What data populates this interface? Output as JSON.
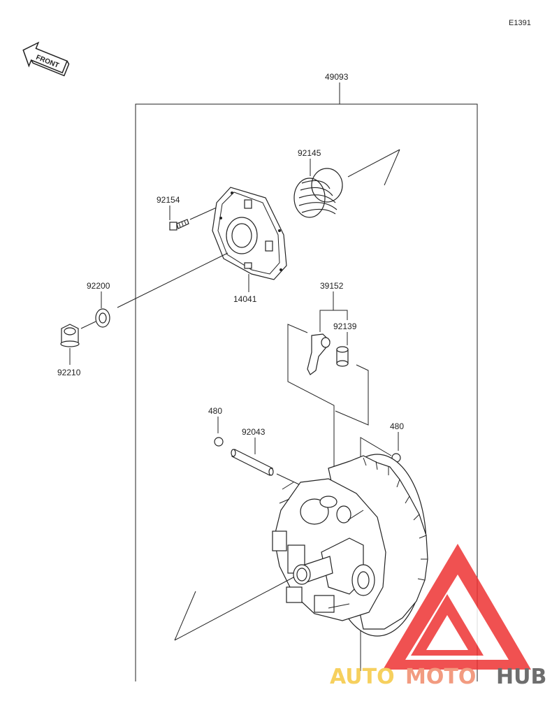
{
  "diagram": {
    "code": "E1391",
    "front_label": "FRONT",
    "parts": {
      "assembly": "49093",
      "spring": "92145",
      "bolt": "92154",
      "cover": "14041",
      "washer": "92200",
      "nut": "92210",
      "weight_set": "39152",
      "weight_bushing": "92139",
      "ring_left": "480",
      "pin": "92043",
      "ring_right": "480"
    }
  },
  "watermark": {
    "part1": "AUTO",
    "part2": "MOTO",
    "part3": "HUB",
    "colors": {
      "auto": "#f5c842",
      "moto": "#f08a6a",
      "hub": "#555555",
      "triangle": "#ee3333"
    }
  }
}
